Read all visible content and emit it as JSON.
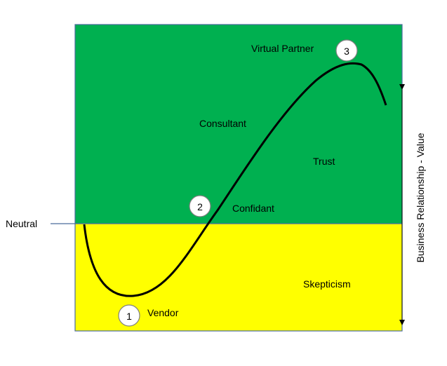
{
  "colors": {
    "upper_zone": "#00b050",
    "lower_zone": "#ffff00",
    "border": "#4a6b9c",
    "curve": "#000000",
    "neutral_line": "#4a6b9c"
  },
  "labels": {
    "neutral": "Neutral",
    "virtual_partner": "Virtual Partner",
    "consultant": "Consultant",
    "trust": "Trust",
    "confidant": "Confidant",
    "skepticism": "Skepticism",
    "vendor": "Vendor",
    "y_axis": "Business Relationship - Value"
  },
  "markers": {
    "m1": "1",
    "m2": "2",
    "m3": "3"
  },
  "icons": {
    "axis": "double-headed-vertical-arrow"
  }
}
